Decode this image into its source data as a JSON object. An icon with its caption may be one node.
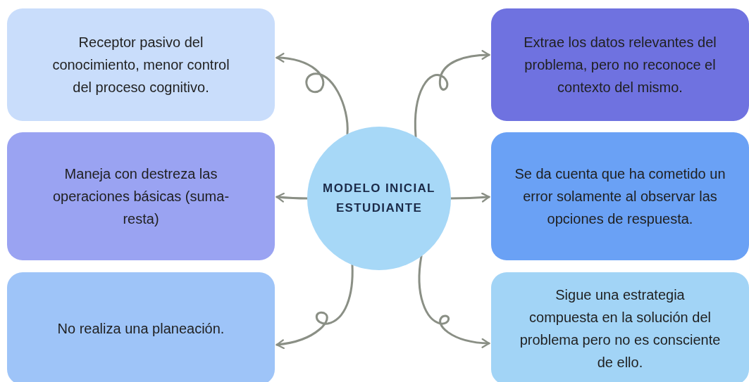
{
  "diagram": {
    "nodes": [
      {
        "text": [
          "Receptor pasivo del conocimiento, menor control del proceso cognitivo."
        ]
      },
      {
        "text": [
          "Extrae los datos relevantes del problema, pero no reconoce el contexto del mismo."
        ]
      },
      {
        "text": [
          "Maneja con destreza las operaciones básicas (suma- resta)"
        ]
      },
      {
        "text": [
          "MODELO INICIAL ESTUDIANTE"
        ]
      },
      {
        "text": [
          "Se da cuenta que ha cometido un error solamente al observar las opciones de respuesta."
        ]
      },
      {
        "text": [
          "No realiza una planeación."
        ]
      },
      {
        "text": [
          "Sigue una estrategia compuesta en la solución del problema pero no es consciente de ello."
        ]
      }
    ],
    "edges": [
      {
        "from": 3,
        "to": 0,
        "arrow": "to"
      },
      {
        "from": 3,
        "to": 1,
        "arrow": "to"
      },
      {
        "from": 3,
        "to": 2,
        "arrow": "to"
      },
      {
        "from": 3,
        "to": 4,
        "arrow": "to"
      },
      {
        "from": 3,
        "to": 5,
        "arrow": "to"
      },
      {
        "from": 3,
        "to": 6,
        "arrow": "to"
      }
    ]
  }
}
